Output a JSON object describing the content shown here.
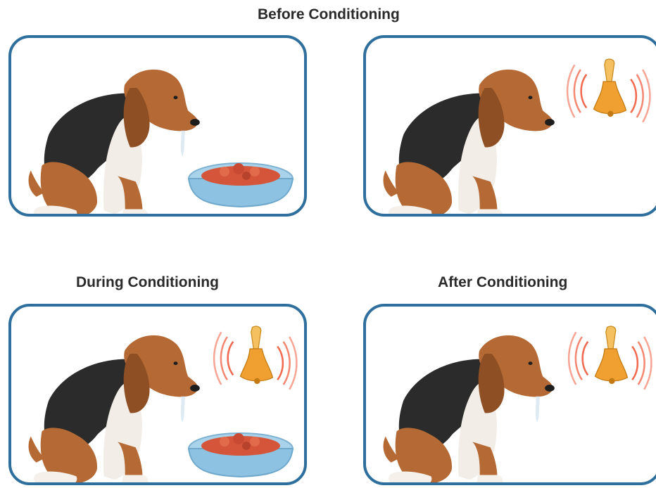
{
  "headings": {
    "before": "Before Conditioning",
    "during": "During Conditioning",
    "after": "After Conditioning"
  },
  "panels": [
    {
      "id": "before-food",
      "contents": [
        "dog-drooling",
        "food-bowl"
      ]
    },
    {
      "id": "before-bell",
      "contents": [
        "dog",
        "ringing-bell"
      ]
    },
    {
      "id": "during",
      "contents": [
        "dog-drooling",
        "ringing-bell",
        "food-bowl"
      ]
    },
    {
      "id": "after",
      "contents": [
        "dog-drooling",
        "ringing-bell"
      ]
    }
  ],
  "colors": {
    "panel_border": "#2f6f9e",
    "bowl": "#a9d3ea",
    "food": "#d5553a",
    "bell": "#f0a030",
    "ring_waves": "#f26a4f",
    "dog_fur": "#b56a35",
    "dog_black": "#2b2b2b"
  }
}
